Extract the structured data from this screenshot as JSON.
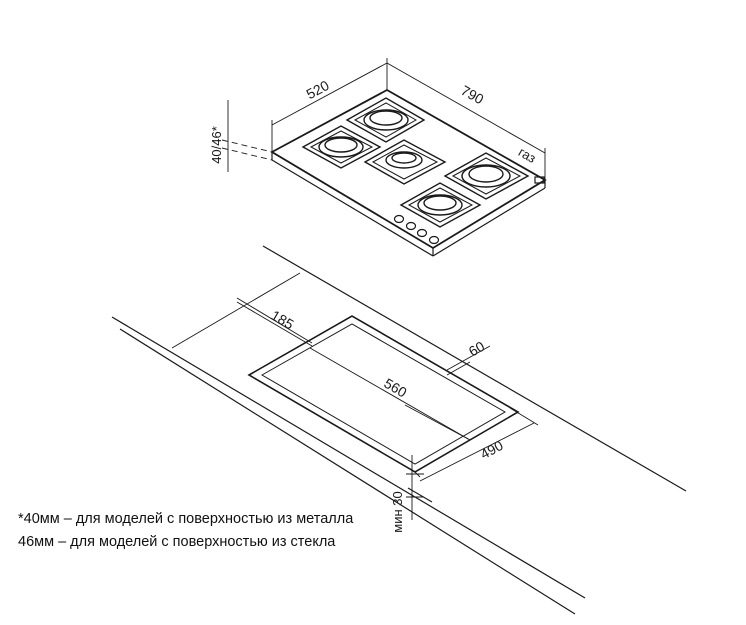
{
  "hob_dimensions": {
    "depth": "520",
    "width": "790",
    "height": "40/46*",
    "gas_label": "газ"
  },
  "cutout_dimensions": {
    "edge_offset": "185",
    "rear_offset": "60",
    "cutout_width": "560",
    "cutout_depth": "490",
    "min_clearance": "мин 30"
  },
  "notes": [
    "*40мм – для моделей с поверхностью из металла",
    "46мм – для моделей с поверхностью из стекла"
  ],
  "colors": {
    "line": "#1a1a1a",
    "background": "#ffffff"
  }
}
